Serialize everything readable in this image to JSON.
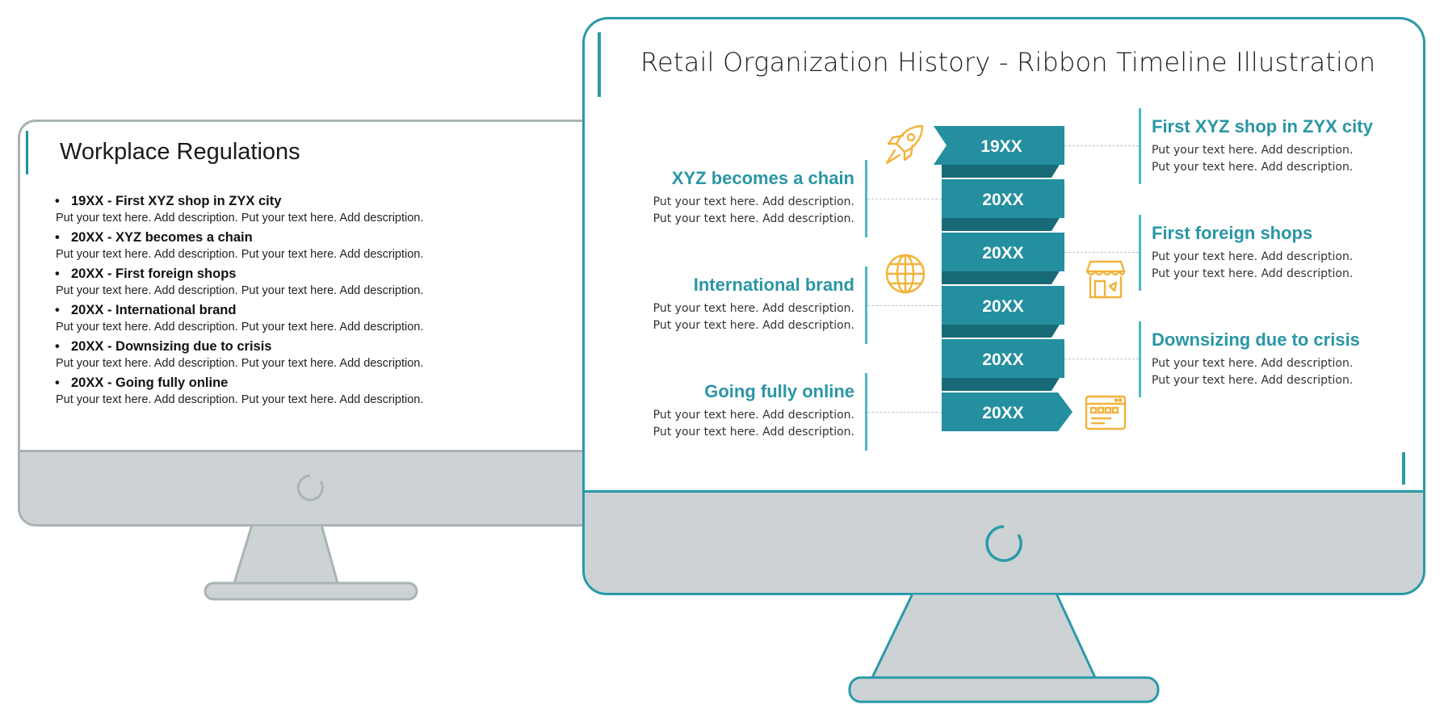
{
  "back_slide": {
    "title": "Workplace Regulations",
    "items": [
      {
        "title": "19XX - First XYZ shop in ZYX city",
        "desc": "Put your text here. Add description. Put your text here. Add description."
      },
      {
        "title": "20XX - XYZ becomes a chain",
        "desc": "Put your text here. Add description. Put your text here. Add description."
      },
      {
        "title": "20XX - First foreign shops",
        "desc": "Put your text here. Add description. Put your text here. Add description."
      },
      {
        "title": "20XX - International brand",
        "desc": "Put your text here. Add description. Put your text here. Add description."
      },
      {
        "title": "20XX - Downsizing due to crisis",
        "desc": "Put your text here. Add description. Put your text here. Add description."
      },
      {
        "title": "20XX - Going fully online",
        "desc": "Put your text here. Add description. Put your text here. Add description."
      }
    ]
  },
  "front_slide": {
    "title": "Retail Organization History - Ribbon Timeline Illustration",
    "ribbon_labels": [
      "19XX",
      "20XX",
      "20XX",
      "20XX",
      "20XX",
      "20XX"
    ],
    "events_right": [
      {
        "title": "First XYZ shop in ZYX city",
        "line1": "Put your text here. Add description.",
        "line2": "Put your text here. Add description."
      },
      {
        "title": "First foreign shops",
        "line1": "Put your text here. Add description.",
        "line2": "Put your text here. Add description."
      },
      {
        "title": "Downsizing due to crisis",
        "line1": "Put your text here. Add description.",
        "line2": "Put your text here. Add description."
      }
    ],
    "events_left": [
      {
        "title": "XYZ becomes a chain",
        "line1": "Put your text here. Add description.",
        "line2": "Put your text here. Add description."
      },
      {
        "title": "International brand",
        "line1": "Put your text here. Add description.",
        "line2": "Put your text here. Add description."
      },
      {
        "title": "Going fully online",
        "line1": "Put your text here. Add description.",
        "line2": "Put your text here. Add description."
      }
    ],
    "icons": [
      "rocket-icon",
      "globe-icon",
      "shop-icon",
      "browser-window-icon"
    ]
  },
  "colors": {
    "accent": "#2a9aa8",
    "ribbon": "#248f9f",
    "ribbon_fold": "#186a77",
    "icon": "#f2b23a",
    "bezel": "#cdd3d5",
    "back_outline": "#aab3b6"
  }
}
